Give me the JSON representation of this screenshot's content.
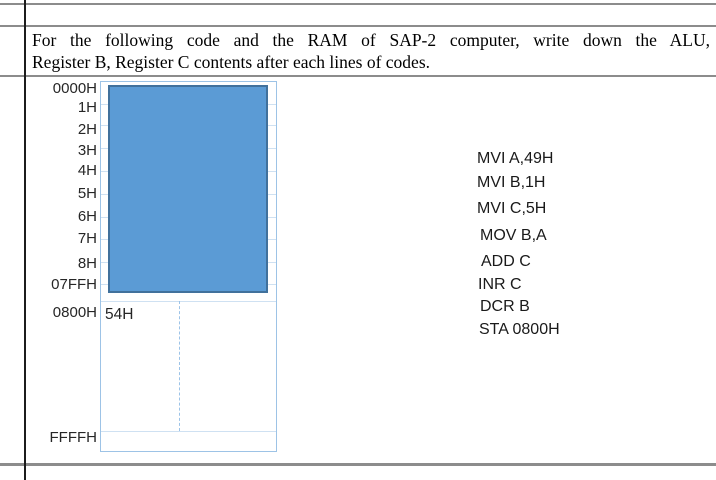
{
  "question": {
    "line1": "For the following code and the RAM of SAP-2 computer, write down the ALU,",
    "line2": "Register B, Register C contents after each lines of codes."
  },
  "memory_diagram": {
    "address_labels": [
      "0000H",
      "1H",
      "2H",
      "3H",
      "4H",
      "5H",
      "6H",
      "7H",
      "8H",
      "07FFH",
      "0800H",
      "FFFFH"
    ],
    "cell_value_at_0800H": "54H",
    "colors": {
      "ram_fill": "#5b9bd5",
      "ram_border": "#41719c",
      "box_border": "#9dc3e6",
      "grid_line": "#cfe1f2"
    }
  },
  "code_listing": {
    "lines": [
      "MVI A,49H",
      "MVI B,1H",
      "MVI C,5H",
      "MOV B,A",
      "ADD C",
      "INR C",
      "DCR B",
      "STA 0800H"
    ]
  }
}
